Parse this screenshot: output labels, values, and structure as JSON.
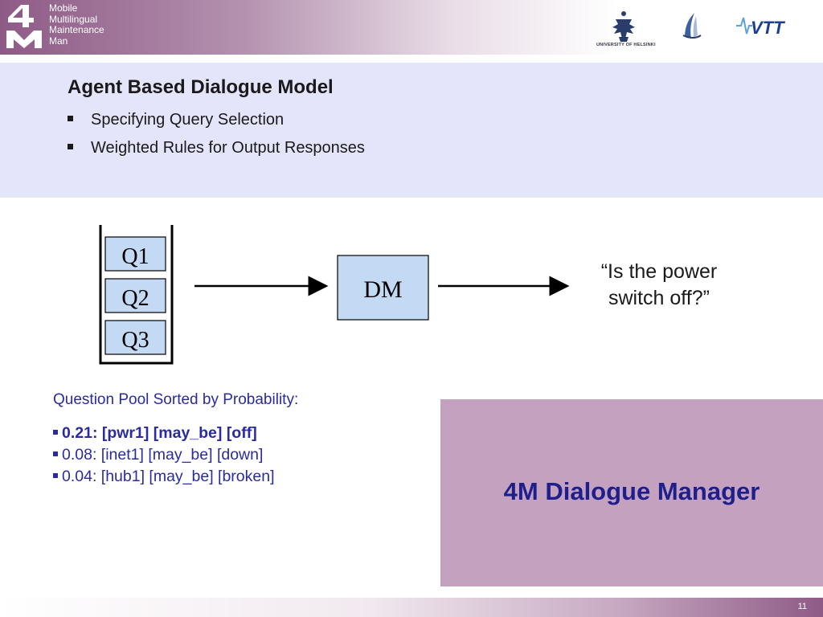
{
  "header": {
    "logo_lines": [
      "Mobile",
      "Multilingual",
      "Maintenance",
      "Man"
    ],
    "university_label": "UNIVERSITY OF HELSINKI",
    "vtt_label": "VTT",
    "logo_icons": [
      "4m-logo-icon",
      "university-of-helsinki-logo-icon",
      "sail-logo-icon",
      "vtt-logo-icon"
    ]
  },
  "slide": {
    "title": "Agent Based Dialogue Model",
    "bullets": [
      "Specifying Query Selection",
      "Weighted Rules for Output Responses"
    ]
  },
  "diagram": {
    "queue": [
      "Q1",
      "Q2",
      "Q3"
    ],
    "dm_label": "DM",
    "output_lines": [
      "“Is the power",
      "switch off?”"
    ]
  },
  "pool": {
    "heading": "Question Pool Sorted by Probability:",
    "items": [
      "0.21: [pwr1] [may_be] [off]",
      "0.08: [inet1] [may_be] [down]",
      "0.04: [hub1] [may_be] [broken]"
    ]
  },
  "box": {
    "label": "4M Dialogue Manager"
  },
  "footer": {
    "page_number": "11"
  },
  "colors": {
    "band": "#e4e4fb",
    "box": "#c4a2bf",
    "accent_text": "#2b2ba0",
    "box_text": "#1f1f8c",
    "header": "#8e5a86",
    "node_fill": "#c4d9f4"
  }
}
